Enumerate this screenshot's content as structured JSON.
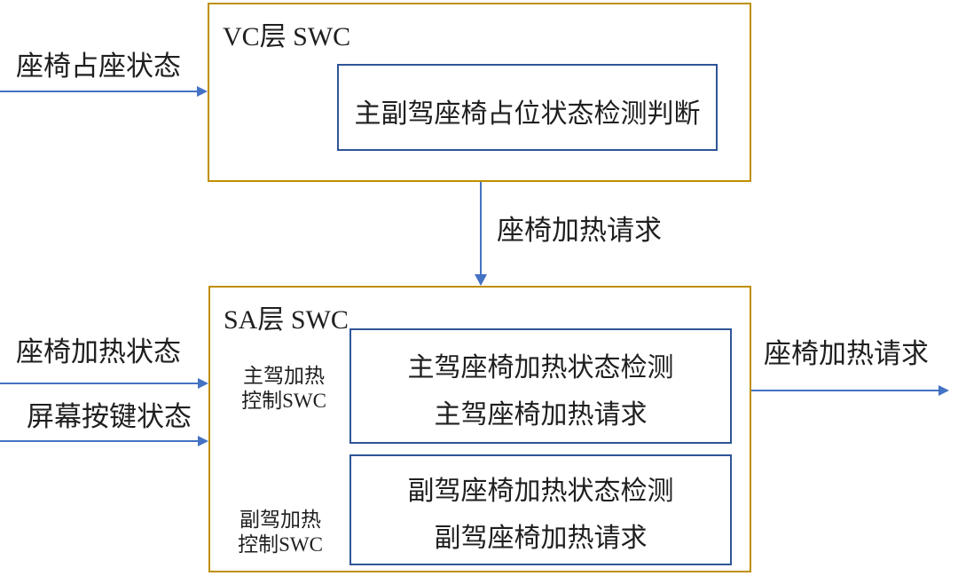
{
  "colors": {
    "outer_border": "#BF9000",
    "inner_border": "#2F5597",
    "arrow": "#4472C4",
    "text": "#1f1f1f"
  },
  "vc_box": {
    "title": "VC层 SWC",
    "inner_label": "主副驾座椅占位状态检测判断"
  },
  "sa_box": {
    "title": "SA层 SWC",
    "driver_label": {
      "line1": "主驾加热",
      "line2": "控制SWC"
    },
    "passenger_label": {
      "line1": "副驾加热",
      "line2": "控制SWC"
    },
    "driver_inner": {
      "line1": "主驾座椅加热状态检测",
      "line2": "主驾座椅加热请求"
    },
    "passenger_inner": {
      "line1": "副驾座椅加热状态检测",
      "line2": "副驾座椅加热请求"
    }
  },
  "arrows": {
    "seat_occupancy_in": "座椅占座状态",
    "heat_request_mid": "座椅加热请求",
    "seat_heat_status_in": "座椅加热状态",
    "screen_button_in": "屏幕按键状态",
    "heat_request_out": "座椅加热请求"
  }
}
